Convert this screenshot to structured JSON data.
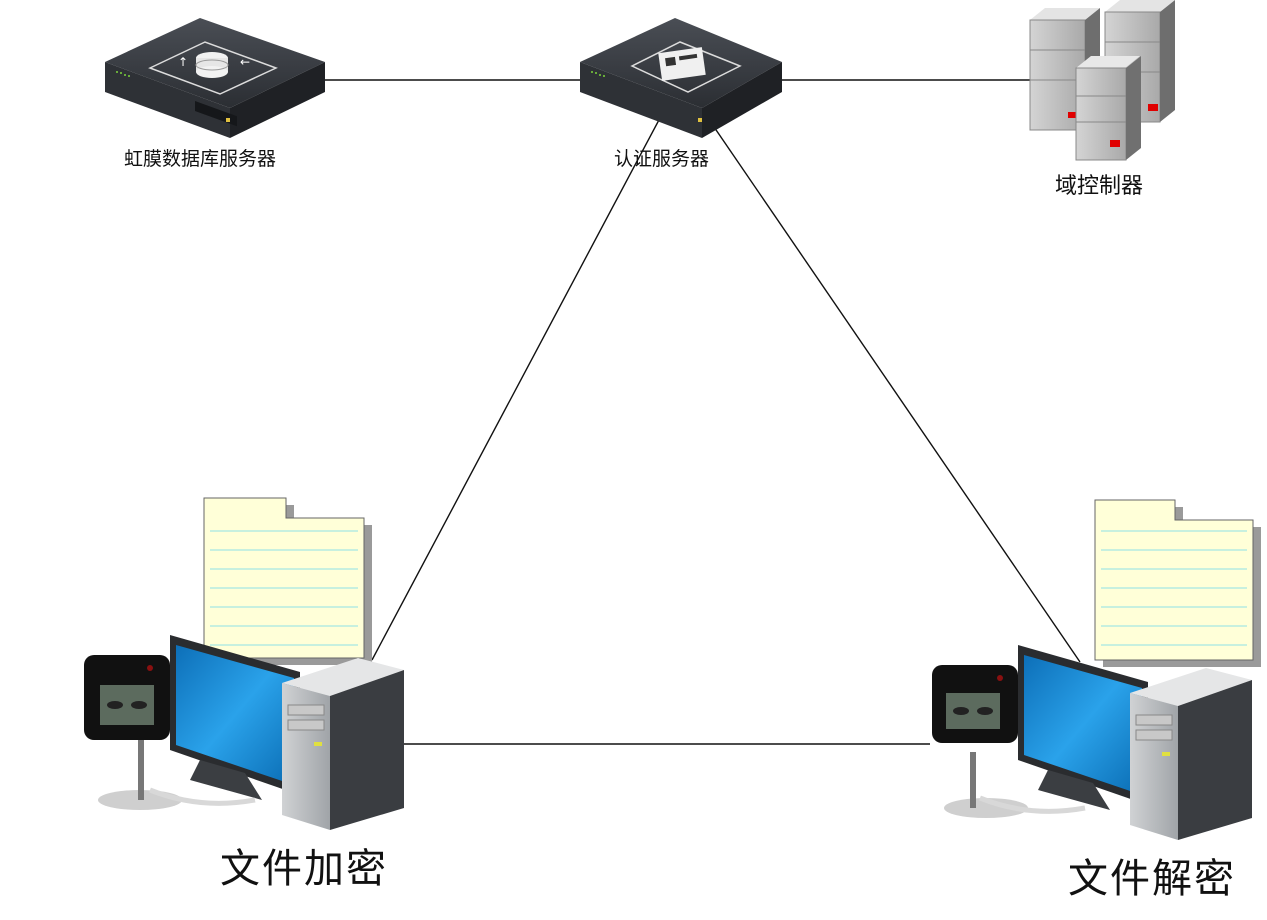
{
  "nodes": {
    "iris_db_server": {
      "label": "虹膜数据库服务器",
      "icon": "rack-server-database-icon"
    },
    "auth_server": {
      "label": "认证服务器",
      "icon": "rack-server-auth-icon"
    },
    "domain_controller": {
      "label": "域控制器",
      "icon": "tower-servers-icon"
    },
    "encrypt_workstation": {
      "label": "文件加密",
      "icon": "workstation-iris-scanner-icon"
    },
    "decrypt_workstation": {
      "label": "文件解密",
      "icon": "workstation-iris-scanner-icon"
    }
  },
  "edges": [
    {
      "from": "iris_db_server",
      "to": "auth_server"
    },
    {
      "from": "auth_server",
      "to": "domain_controller"
    },
    {
      "from": "auth_server",
      "to": "encrypt_workstation"
    },
    {
      "from": "auth_server",
      "to": "decrypt_workstation"
    },
    {
      "from": "encrypt_workstation",
      "to": "decrypt_workstation"
    }
  ],
  "colors": {
    "line": "#111111",
    "server_body": "#3a3d42",
    "monitor_screen": "#1a8fd8",
    "document": "#ffffd8",
    "led_red": "#e00000"
  }
}
